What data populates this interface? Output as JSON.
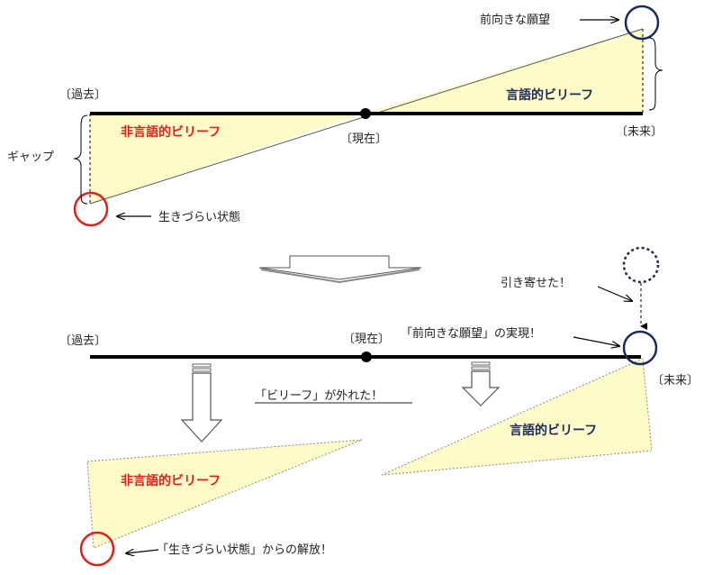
{
  "colors": {
    "wedge": "#fdfbc8",
    "red": "#e0201a",
    "navy": "#1b2a5a",
    "line": "#000000"
  },
  "top": {
    "past": "〔過去〕",
    "present": "〔現在〕",
    "future": "〔未来〕",
    "nonverbal_belief": "非言語的ビリーフ",
    "verbal_belief": "言語的ビリーフ",
    "gap": "ギャップ",
    "hard_living": "生きづらい状態",
    "positive_wish": "前向きな願望"
  },
  "bottom": {
    "past": "〔過去〕",
    "present": "〔現在〕",
    "future": "〔未来〕",
    "pulled": "引き寄せた！",
    "realization": "「前向きな願望」の実現！",
    "belief_off": "「ビリーフ」が外れた！",
    "verbal_belief": "言語的ビリーフ",
    "nonverbal_belief": "非言語的ビリーフ",
    "liberation": "「生きづらい状態」からの解放！"
  }
}
